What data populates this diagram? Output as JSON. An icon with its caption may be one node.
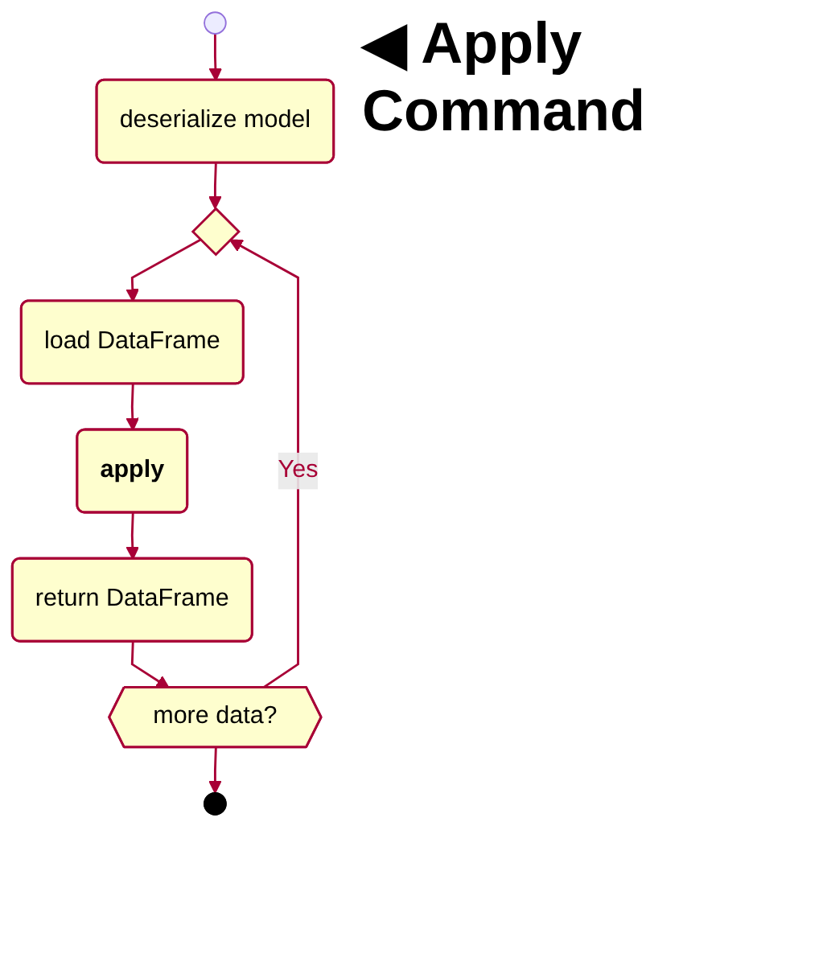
{
  "diagram": {
    "title": "◀ Apply Command",
    "nodes": [
      {
        "text": [],
        "shape": "circle"
      },
      {
        "text": [
          "deserialize model"
        ]
      },
      {
        "text": [],
        "shape": "diamond"
      },
      {
        "text": [
          "load DataFrame"
        ]
      },
      {
        "text": [
          "apply"
        ]
      },
      {
        "text": [
          "return DataFrame"
        ]
      },
      {
        "text": [
          "more data?"
        ]
      },
      {
        "text": [],
        "shape": "circle"
      }
    ],
    "edges": [
      {
        "from": 0,
        "to": 1,
        "arrow": "to"
      },
      {
        "from": 1,
        "to": 2,
        "arrow": "to"
      },
      {
        "from": 2,
        "to": 3,
        "arrow": "to"
      },
      {
        "from": 3,
        "to": 4,
        "arrow": "to"
      },
      {
        "from": 4,
        "to": 5,
        "arrow": "to"
      },
      {
        "from": 5,
        "to": 6,
        "arrow": "to"
      },
      {
        "from": 6,
        "to": 2,
        "arrow": "to",
        "label": "Yes"
      },
      {
        "from": 6,
        "to": 7,
        "arrow": "to"
      }
    ]
  }
}
